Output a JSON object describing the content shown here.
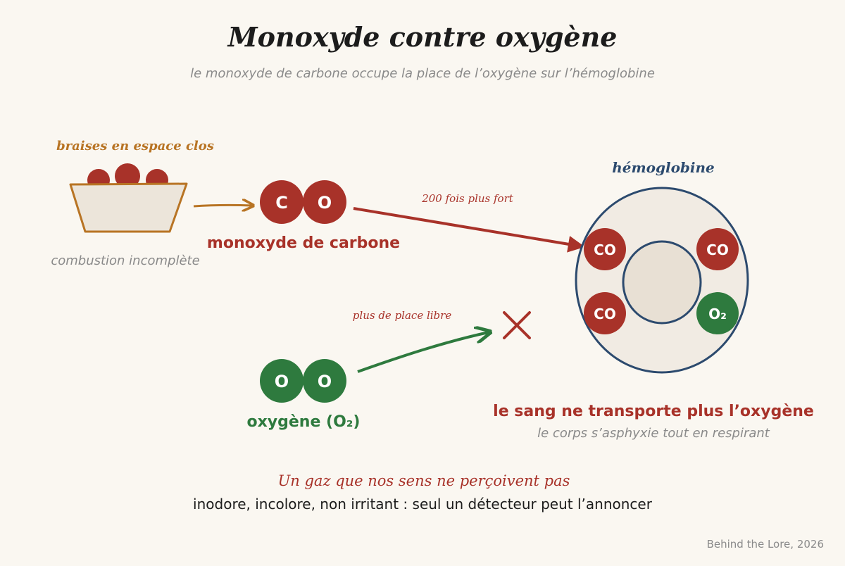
{
  "title": "Monoxyde contre oxygène",
  "subtitle": "le monoxyde de carbone occupe la place de l’oxygène sur l’hémoglobine",
  "source": {
    "label": "braises en espace clos",
    "caption": "combustion incomplète"
  },
  "co": {
    "atom1": "C",
    "atom2": "O",
    "label": "monoxyde de carbone",
    "arrow_label": "200 fois plus fort"
  },
  "o2": {
    "atom1": "O",
    "atom2": "O",
    "label": "oxygène (O₂)",
    "arrow_label": "plus de place libre"
  },
  "hemoglobin": {
    "label": "hémoglobine",
    "site_co_1": "CO",
    "site_co_2": "CO",
    "site_co_3": "CO",
    "site_o2": "O₂"
  },
  "result": {
    "headline": "le sang ne transporte plus l’oxygène",
    "sub": "le corps s’asphyxie tout en respirant"
  },
  "footer": {
    "heading": "Un gaz que nos sens ne perçoivent pas",
    "text": "inodore, incolore, non irritant : seul un détecteur peut l’annoncer"
  },
  "credit": "Behind the Lore, 2026",
  "colors": {
    "background": "#faf7f1",
    "red": "#a83229",
    "green": "#2e7a3e",
    "blue": "#2c4a6e",
    "orange": "#b87424",
    "grey": "#8a8a8a",
    "ink": "#1c1c1c"
  }
}
